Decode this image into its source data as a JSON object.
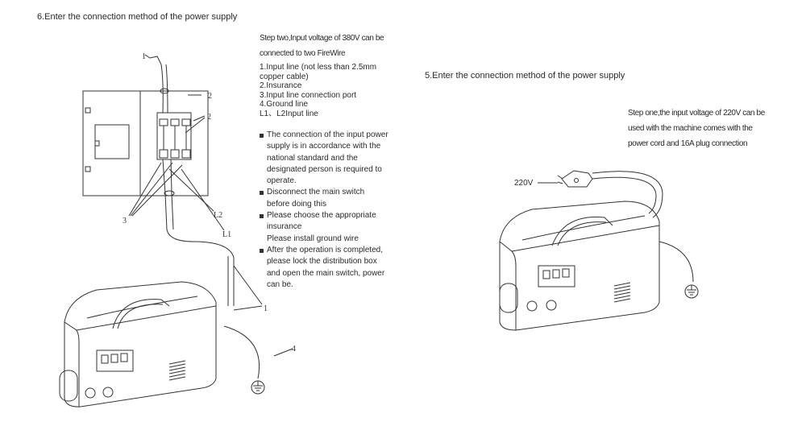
{
  "section6": {
    "title": "6.Enter the connection method of the power supply",
    "step_two": [
      "Step two,Input voltage of 380V can be",
      "connected to two FireWire"
    ],
    "parts": [
      "1.Input line (not less than 2.5mm",
      "copper cable)",
      "2.Insurance",
      "3.Input line connection port",
      "4.Ground line",
      "L1、L2Input line"
    ],
    "notes": [
      {
        "bullet": true,
        "text": "The connection of the input power"
      },
      {
        "bullet": false,
        "text": "supply is in accordance with the"
      },
      {
        "bullet": false,
        "text": "national standard and the"
      },
      {
        "bullet": false,
        "text": "designated person is required to"
      },
      {
        "bullet": false,
        "text": "operate."
      },
      {
        "bullet": true,
        "text": "Disconnect the main switch"
      },
      {
        "bullet": false,
        "text": "before doing this"
      },
      {
        "bullet": true,
        "text": "Please choose the appropriate"
      },
      {
        "bullet": false,
        "text": "insurance"
      },
      {
        "bullet": false,
        "text": "Please install ground wire"
      },
      {
        "bullet": true,
        "text": "After the operation is completed,"
      },
      {
        "bullet": false,
        "text": "please lock the distribution box"
      },
      {
        "bullet": false,
        "text": "and open the main switch, power"
      },
      {
        "bullet": false,
        "text": "can be."
      }
    ],
    "callouts": {
      "c1_top": "1",
      "c2_side": "2",
      "c2_fuse": "2",
      "c3": "3",
      "l2": "L2",
      "l1": "L1",
      "c1_cable": "1",
      "c4": "4"
    }
  },
  "section5": {
    "title": "5.Enter the connection method of the power supply",
    "step_one": [
      "Step one,the input voltage of 220V can be",
      "used with the machine comes with the",
      "power cord and 16A plug connection"
    ],
    "voltage_label": "220V"
  }
}
